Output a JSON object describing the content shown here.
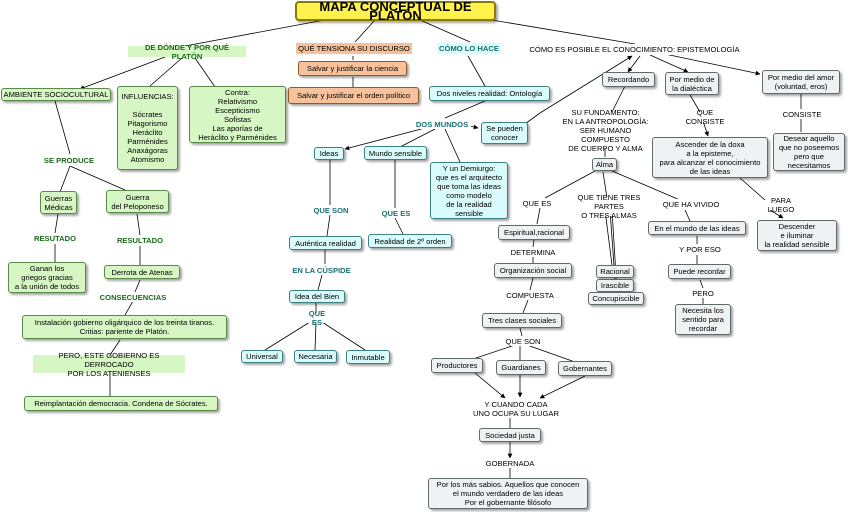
{
  "title": "MAPA CONCEPTUAL DE PLATÓN",
  "nodes": {
    "donde": "DE DÓNDE Y POR QUÉ PLATÓN",
    "tensiona": "QUÉ TENSIONA SU DISCURSO",
    "como_hace": "CÓMO LO HACE",
    "posible": "CÓMO ES POSIBLE EL CONOCIMIENTO: EPISTEMOLOGÍA",
    "ambiente": "AMBIENTE SOCIOCULTURAL",
    "influencias": "INFLUENCIAS:\n\nSócrates\nPitagorismo\nHeráclito\nParménides\nAnaxágoras\nAtomismo",
    "contra": "Contra:\nRelativismo\nEscepticismo\nSofistas\nLas aporías de\nHeráclito y Parménides",
    "se_produce": "SE PRODUCE",
    "guerras_medicas": "Guerras\nMédicas",
    "guerra_peloponeso": "Guerra\ndel  Peloponeso",
    "resultado1": "RESUTADO",
    "resultado2": "RESULTADO",
    "ganan": "Ganan los\ngriegos gracias\na la unión de todos",
    "derrota": "Derrota de Atenas",
    "consecuencias": "CONSECUENCIAS",
    "instalacion": "Instalación gobierno oligárquico de los treinta tiranos.\nCritias: pariente de Platón.",
    "pero_gobierno": "PERO, ESTE GOBIERNO ES DERROCADO\nPOR LOS ATENIENSES",
    "reimplantacion": "Reimplantación democracia. Condena de Sócrates.",
    "salvar_ciencia": "Salvar y justificar la ciencia",
    "salvar_orden": "Salvar y justificar el orden político",
    "dos_niveles": "Dos niveles realidad: Ontología",
    "dos_mundos": "DOS MUNDOS",
    "se_pueden": "Se pueden\nconocer",
    "ideas": "Ideas",
    "mundo_sensible": "Mundo sensible",
    "demiurgo": "Y un Demiurgo:\nque es el arquitecto\nque toma las ideas\ncomo modelo\nde la realidad\nsensible",
    "que_son1": "QUE SON",
    "autentica": "Auténtica realidad",
    "que_es1": "QUE ES",
    "realidad2": "Realidad de 2º orden",
    "cuspide": "EN LA CÚSPIDE",
    "idea_bien": "Idea del Bien",
    "que_es2": "QUE ES",
    "universal": "Universal",
    "necesaria": "Necesaria",
    "inmutable": "Inmutable",
    "recordando": "Recordando",
    "dialectica": "Por medio de\nla dialéctica",
    "amor": "Por medio del amor\n(voluntad, eros)",
    "fundamento": "SU FUNDAMENTO:\nEN LA ANTROPOLOGÍA:\nSER HUMANO COMPUESTO\nDE CUERPO Y ALMA",
    "que_consiste": "QUE CONSISTE",
    "consiste": "CONSISTE",
    "ascender": "Ascender de la doxa\na la episteme,\npara alcanzar el conocimiento\nde las ideas",
    "desear": "Desear aquello\nque no poseemos\npero que\nnecesitamos",
    "para_luego": "PARA LUEGO",
    "descender": "Descender\ne iluminar\nla realidad sensible",
    "alma": "Alma",
    "que_es3": "QUE ES",
    "tres_partes": "QUE TIENE TRES PARTES\nO TRES ALMAS",
    "ha_vivido": "QUE HA VIVIDO",
    "espiritual": "Espiritual,racional",
    "determina": "DETERMINA",
    "org_social": "Organización social",
    "compuesta": "COMPUESTA",
    "tres_clases": "Tres clases sociales",
    "que_son2": "QUE SON",
    "productores": "Productores",
    "guardianes": "Guardianes",
    "gobernantes": "Gobernantes",
    "cada_uno": "Y CUANDO CADA\nUNO  OCUPA SU LUGAR",
    "sociedad_justa": "Sociedad justa",
    "gobernada": "GOBERNADA",
    "mas_sabios": "Por los más sabios. Aquellos que conocen\nel mundo verdadero de las ideas\nPor el gobernante filósofo",
    "racional": "Racional",
    "irascible": "Irascible",
    "concupiscible": "Concupiscible",
    "mundo_ideas": "En el mundo de las ideas",
    "por_eso": "Y POR ESO",
    "puede_recordar": "Puede recordar",
    "pero": "PERO",
    "necesita": "Necesita los\nsentido para\nrecordar"
  }
}
